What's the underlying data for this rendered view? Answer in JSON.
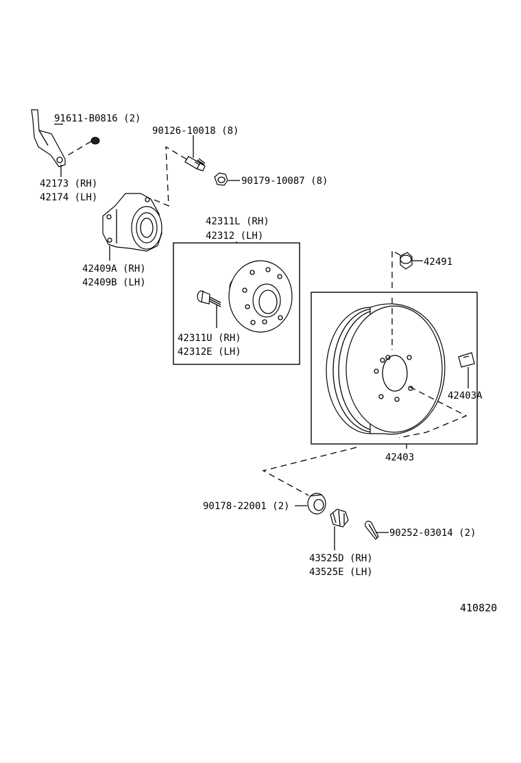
{
  "labels": {
    "p91611": "91611-B0816 (2)",
    "p42173": "42173 (RH)",
    "p42174": "42174 (LH)",
    "p90126": "90126-10018 (8)",
    "p90179": "90179-10087 (8)",
    "p42409A": "42409A (RH)",
    "p42409B": "42409B (LH)",
    "p42311L": "42311L (RH)",
    "p42312": "42312   (LH)",
    "p42311U": "42311U (RH)",
    "p42312E": "42312E (LH)",
    "p42491": "42491",
    "p42403A": "42403A",
    "p42403": "42403",
    "p90178": "90178-22001 (2)",
    "p90252": "90252-03014 (2)",
    "p43525D": "43525D (RH)",
    "p43525E": "43525E (LH)",
    "diagram_number": "410820"
  }
}
